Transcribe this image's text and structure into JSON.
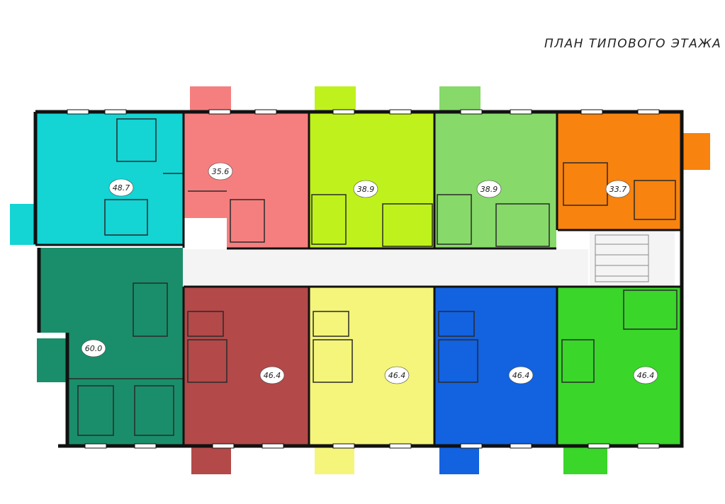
{
  "title": "ПЛАН  ТИПОВОГО ЭТАЖА",
  "apartments": [
    {
      "id": "apt-1",
      "area": "48.7",
      "color": "#14d4d4"
    },
    {
      "id": "apt-2",
      "area": "35.6",
      "color": "#f57f7f"
    },
    {
      "id": "apt-3",
      "area": "38.9",
      "color": "#bff21c"
    },
    {
      "id": "apt-4",
      "area": "38.9",
      "color": "#87d96a"
    },
    {
      "id": "apt-5",
      "area": "33.7",
      "color": "#f8830f"
    },
    {
      "id": "apt-6",
      "area": "60.0",
      "color": "#1a8e6a"
    },
    {
      "id": "apt-7",
      "area": "46.4",
      "color": "#b34949"
    },
    {
      "id": "apt-8",
      "area": "46.4",
      "color": "#f4f57a"
    },
    {
      "id": "apt-9",
      "area": "46.4",
      "color": "#1362e0"
    },
    {
      "id": "apt-10",
      "area": "46.4",
      "color": "#3ad62a"
    }
  ]
}
